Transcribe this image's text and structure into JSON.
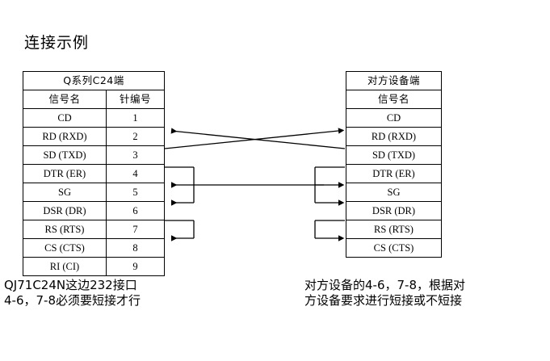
{
  "title": "连接示例",
  "left_table": {
    "header": "Q系列C24端",
    "columns": [
      "信号名",
      "针编号"
    ],
    "rows": [
      {
        "signal": "CD",
        "pin": "1"
      },
      {
        "signal": "RD (RXD)",
        "pin": "2"
      },
      {
        "signal": "SD (TXD)",
        "pin": "3"
      },
      {
        "signal": "DTR (ER)",
        "pin": "4"
      },
      {
        "signal": "SG",
        "pin": "5"
      },
      {
        "signal": "DSR (DR)",
        "pin": "6"
      },
      {
        "signal": "RS (RTS)",
        "pin": "7"
      },
      {
        "signal": "CS (CTS)",
        "pin": "8"
      },
      {
        "signal": "RI (CI)",
        "pin": "9"
      }
    ]
  },
  "right_table": {
    "header": "对方设备端",
    "columns": [
      "信号名"
    ],
    "rows": [
      {
        "signal": "CD"
      },
      {
        "signal": "RD (RXD)"
      },
      {
        "signal": "SD (TXD)"
      },
      {
        "signal": "DTR (ER)"
      },
      {
        "signal": "SG"
      },
      {
        "signal": "DSR (DR)"
      },
      {
        "signal": "RS (RTS)"
      },
      {
        "signal": "CS (CTS)"
      }
    ]
  },
  "captions": {
    "left": "QJ71C24N这边232接口\n4-6，7-8必须要短接才行",
    "right": "对方设备的4-6，7-8，根据对\n方设备要求进行短接或不短接"
  },
  "wiring": {
    "line_color": "#000000",
    "connections": [
      {
        "name": "sd-left-to-rd-right",
        "from": "SD (TXD) / 3",
        "to": "RD (RXD)",
        "direction": "left-to-right"
      },
      {
        "name": "sd-right-to-rd-left",
        "from": "SD (TXD)",
        "to": "RD (RXD) / 2",
        "direction": "right-to-left"
      },
      {
        "name": "left-jumper-dtr-sg-dsr",
        "pins": "4-5-6",
        "type": "jumper"
      },
      {
        "name": "left-jumper-rs-cs",
        "pins": "7-8",
        "type": "jumper"
      },
      {
        "name": "sg-to-sg",
        "from": "SG / 5",
        "to": "SG",
        "type": "common-ground"
      },
      {
        "name": "right-jumper-dtr-sg-dsr",
        "pins": "DTR-SG-DSR",
        "type": "jumper"
      },
      {
        "name": "right-jumper-rs-cs",
        "pins": "RS-CS",
        "type": "jumper"
      }
    ]
  }
}
